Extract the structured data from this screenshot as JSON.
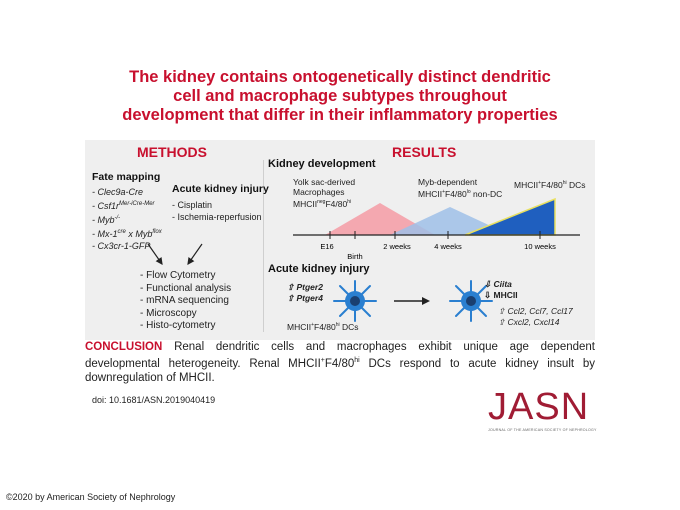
{
  "title": {
    "line1": "The kidney contains ontogenetically distinct dendritic",
    "line2": "cell and macrophage subtypes throughout",
    "line3": "development that differ in their inflammatory properties"
  },
  "methods": {
    "heading": "METHODS",
    "fate_mapping": {
      "heading": "Fate mapping",
      "items": [
        {
          "text": "- Clec9a-Cre",
          "sup": ""
        },
        {
          "text": "- Csf1r",
          "sup": "Mer-iCre-Mer"
        },
        {
          "text": "- Myb",
          "sup": "-/-"
        },
        {
          "text": "- Mx-1",
          "sup": "cre",
          "text2": " x Myb",
          "sup2": "flox"
        },
        {
          "text": "- Cx3cr-1-GFP",
          "sup": ""
        }
      ]
    },
    "aki": {
      "heading": "Acute kidney injury",
      "items": [
        "- Cisplatin",
        "- Ischemia-reperfusion"
      ]
    },
    "analysis": [
      "-  Flow Cytometry",
      "-  Functional analysis",
      "-  mRNA sequencing",
      "-  Microscopy",
      "-  Histo-cytometry"
    ]
  },
  "results": {
    "heading": "RESULTS",
    "development": {
      "heading": "Kidney development",
      "label_yolk": [
        "Yolk sac-derived",
        "Macrophages"
      ],
      "label_yolk_marker": {
        "pre": "MHCII",
        "sup": "neg",
        "post": "F4/80",
        "sup2": "hi"
      },
      "label_myb": "Myb-dependent",
      "label_myb_marker": {
        "pre": "MHCII",
        "sup": "+",
        "post": "F4/80",
        "sup2": "lo",
        "tail": " non-DC"
      },
      "label_dc": {
        "pre": "MHCII",
        "sup": "+",
        "post": "F4/80",
        "sup2": "hi",
        "tail": " DCs"
      },
      "timepoints": [
        "E16",
        "Birth",
        "2 weeks",
        "4 weeks",
        "10 weeks"
      ],
      "colors": {
        "yolk": "#f4a0a8",
        "myb": "#9fc0e8",
        "dc": "#1f5fbf",
        "dc_edge": "#e8e060"
      }
    },
    "aki": {
      "heading": "Acute kidney injury",
      "up_genes": [
        "⇧ Ptger2",
        "⇧ Ptger4"
      ],
      "cell_label": {
        "pre": "MHCII",
        "sup": "+",
        "post": "F4/80",
        "sup2": "hi",
        "tail": " DCs"
      },
      "down_genes": [
        "⇩ Ciita",
        "⇩ MHCII"
      ],
      "up_after": [
        "⇧ Ccl2, Ccl7, Ccl17",
        "⇧ Cxcl2, Cxcl14"
      ],
      "cell_color": "#2a7fd0"
    }
  },
  "conclusion": {
    "label": "CONCLUSION",
    "text_a": " Renal dendritic cells and macrophages exhibit unique age dependent developmental heterogeneity. Renal MHCII",
    "sup_a": "+",
    "text_b": "F4/80",
    "sup_b": "hi",
    "text_c": " DCs respond to acute kidney insult by downregulation of MHCII."
  },
  "doi": "doi: 10.1681/ASN.2019040419",
  "journal": {
    "name": "JASN",
    "subtitle": "JOURNAL OF THE AMERICAN SOCIETY OF NEPHROLOGY",
    "color": "#a01c34"
  },
  "copyright": "©2020 by American Society of Nephrology"
}
